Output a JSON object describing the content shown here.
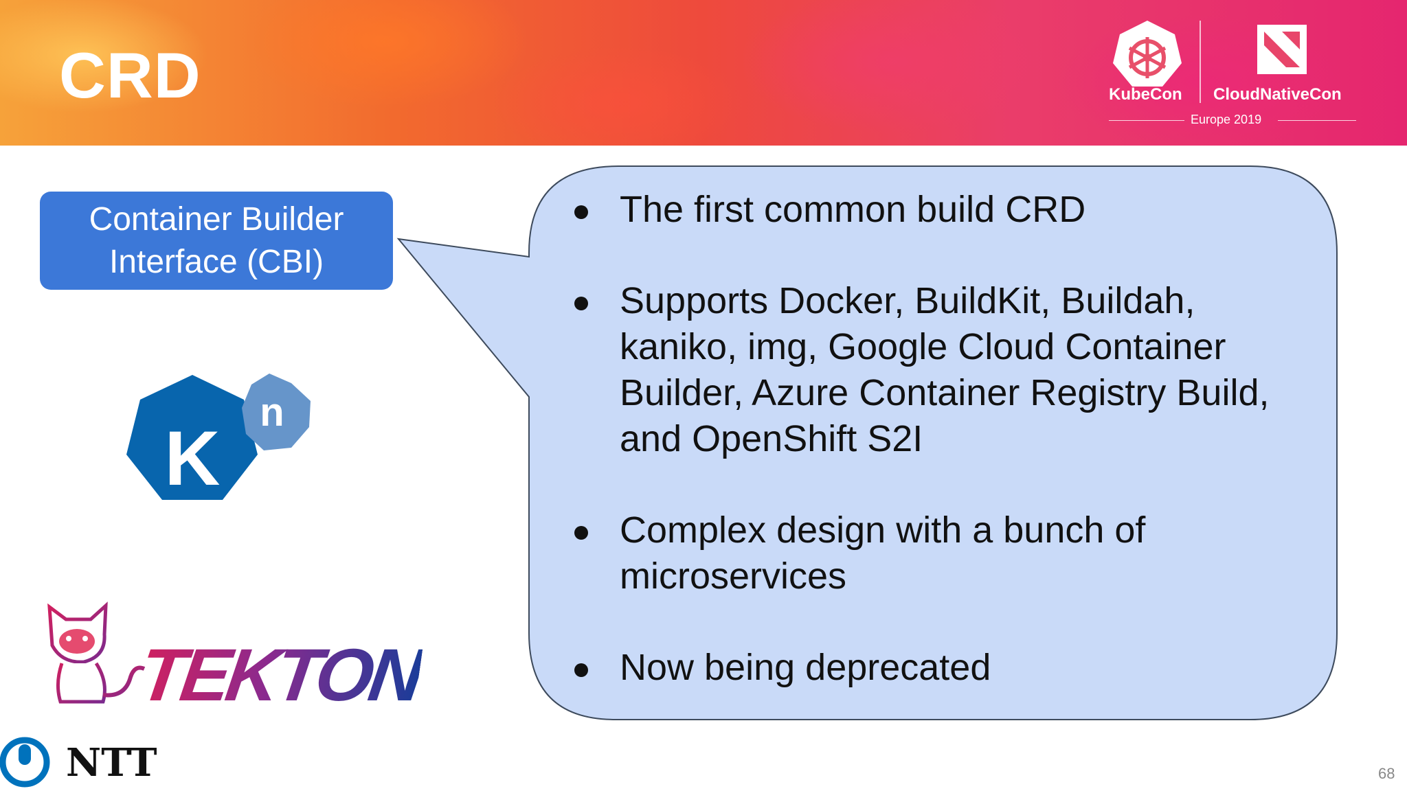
{
  "slide": {
    "title": "CRD",
    "page_number": "68"
  },
  "header": {
    "kubecon_label": "KubeCon",
    "cloudnativecon_label": "CloudNativeCon",
    "event_label": "Europe 2019"
  },
  "callout": {
    "line1": "Container Builder",
    "line2": "Interface (CBI)"
  },
  "bullets": [
    "The first common build CRD",
    "Supports Docker, BuildKit, Buildah, kaniko, img, Google Cloud Container Builder, Azure Container Registry Build, and OpenShift S2I",
    "Complex design with a bunch of microservices",
    "Now being deprecated"
  ],
  "logos": {
    "knative_k": "K",
    "knative_n": "n",
    "tekton": "TEKTON",
    "ntt": "NTT"
  },
  "colors": {
    "callout_box": "#3c78d8",
    "bubble_fill": "#c9daf8",
    "knative_blue": "#0865ad",
    "knative_light": "#6695ca"
  }
}
